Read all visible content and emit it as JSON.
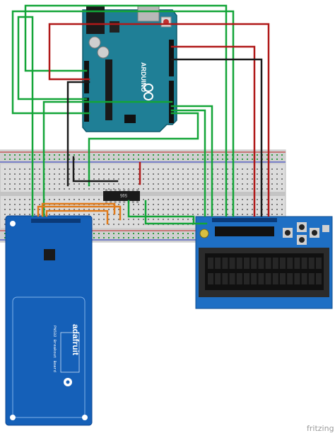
{
  "colors": {
    "arduino_board": "#1f7f96",
    "breadboard": "#dcdcdc",
    "breadboard_rail": "#c8c8c8",
    "pn532_board": "#1560b8",
    "lcd_board": "#1e6fc4",
    "lcd_screen": "#101010",
    "chip": "#1a1a1a",
    "wire_green": "#13a538",
    "wire_red": "#b01818",
    "wire_black": "#1a1a1a",
    "wire_orange": "#e07a1a"
  },
  "icons": {
    "arduino_logo": "infinity-logo-icon",
    "adafruit_logo": "adafruit-flower-icon",
    "reset_button": "push-button-icon",
    "potentiometer": "trimmer-pot-icon"
  },
  "labels": {
    "arduino_brand": "ARDUINO",
    "shift_register_part": "595",
    "pn532_name": "PN532 Breakout Board",
    "adafruit_brand": "adafruit",
    "fritzing_watermark": "fritzing"
  }
}
